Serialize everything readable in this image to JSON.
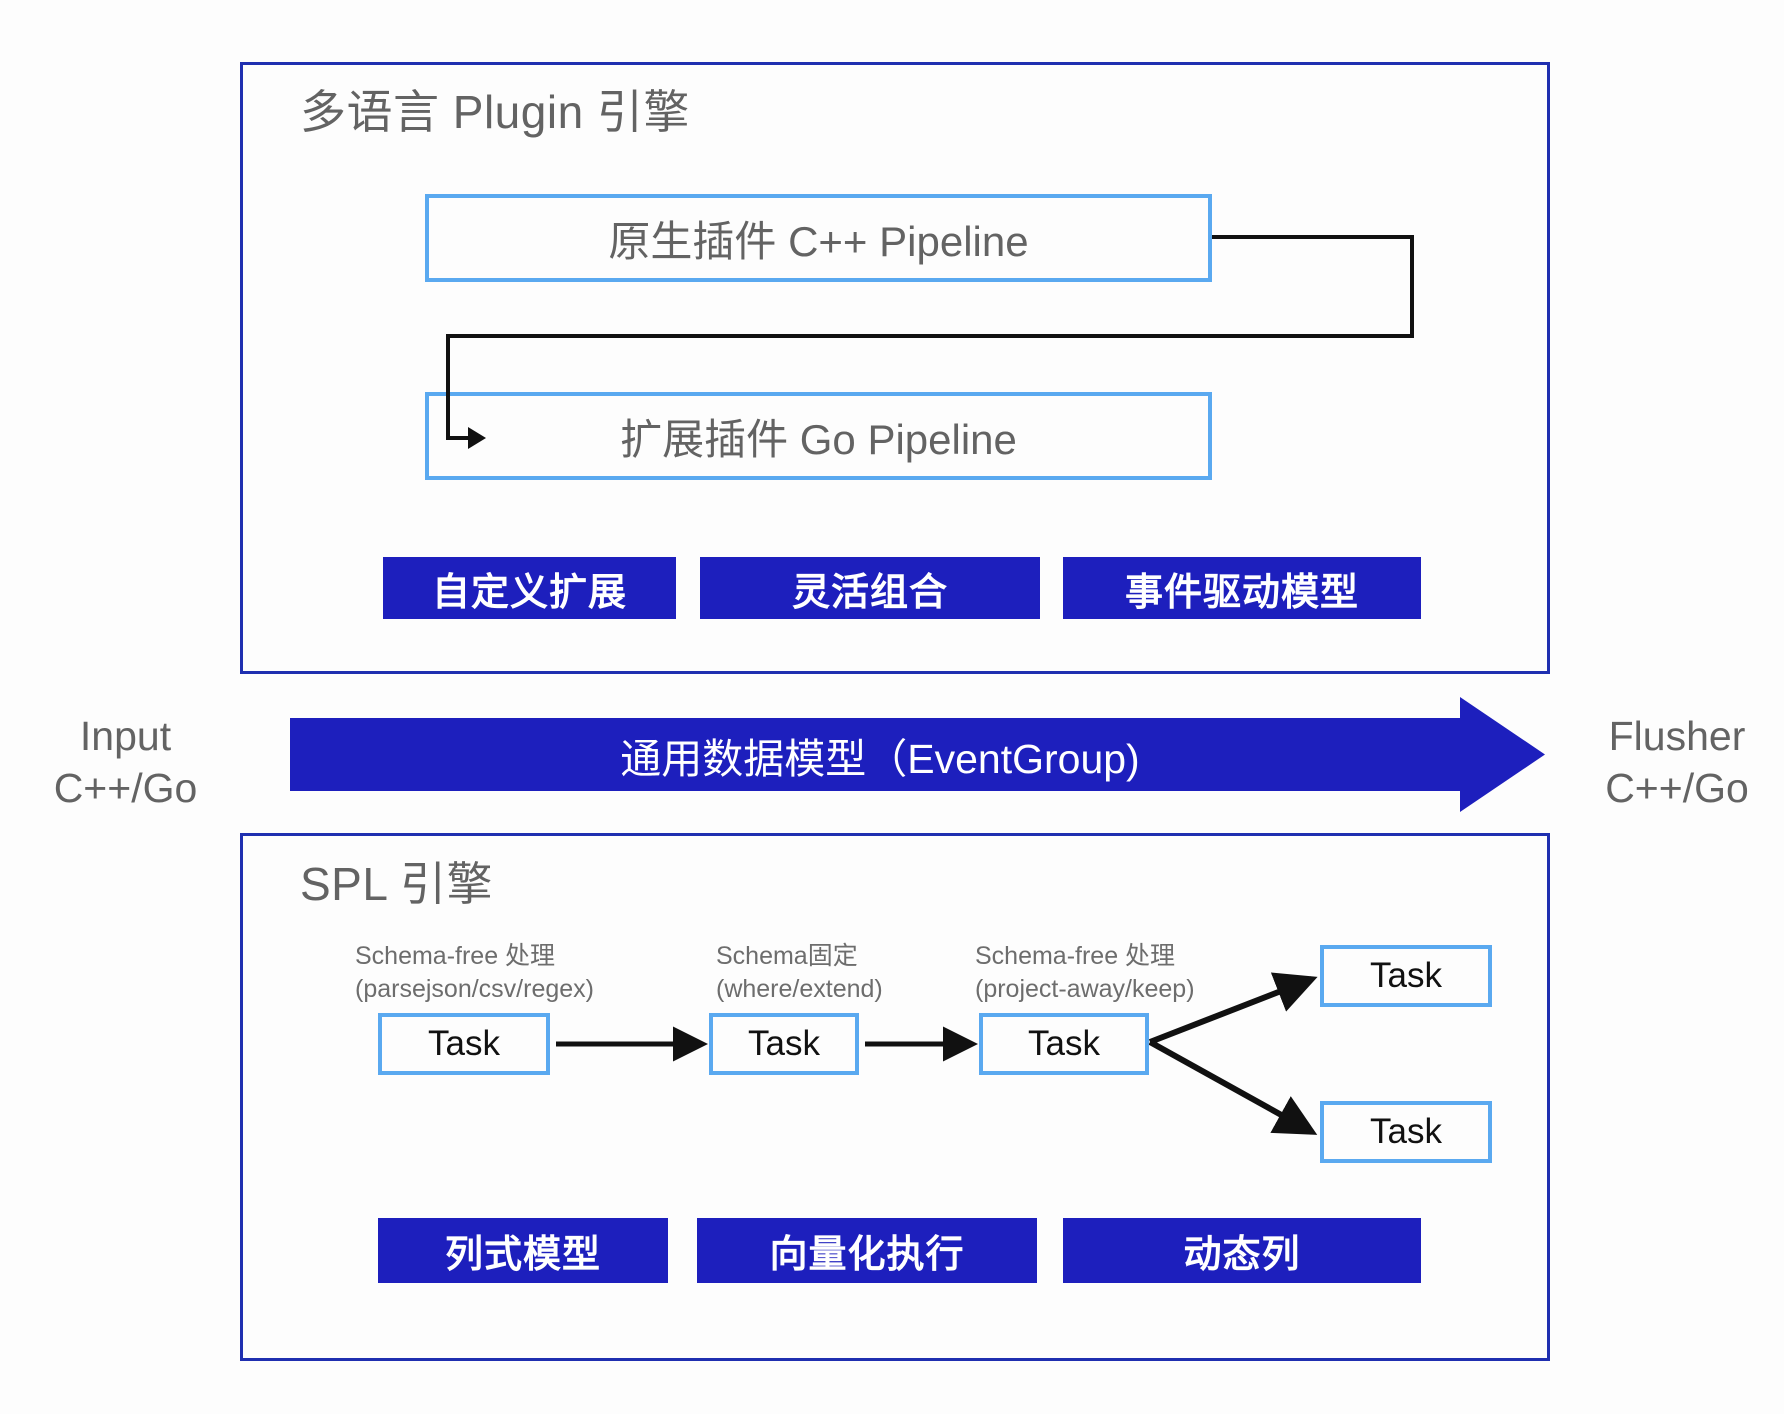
{
  "plugin_section": {
    "title": "多语言 Plugin 引擎",
    "boxes": [
      {
        "label": "原生插件 C++ Pipeline"
      },
      {
        "label": "扩展插件 Go Pipeline"
      }
    ],
    "tags": [
      {
        "label": "自定义扩展"
      },
      {
        "label": "灵活组合"
      },
      {
        "label": "事件驱动模型"
      }
    ]
  },
  "data_model_arrow": {
    "label": "通用数据模型（EventGroup)",
    "color": "#1d1fbd"
  },
  "side_labels": {
    "input": {
      "line1": "Input",
      "line2": "C++/Go"
    },
    "flusher": {
      "line1": "Flusher",
      "line2": "C++/Go"
    }
  },
  "spl_section": {
    "title": "SPL 引擎",
    "captions": [
      {
        "line1": "Schema-free 处理",
        "line2": "(parsejson/csv/regex)"
      },
      {
        "line1": "Schema固定",
        "line2": "(where/extend)"
      },
      {
        "line1": "Schema-free 处理",
        "line2": "(project-away/keep)"
      }
    ],
    "tasks": [
      {
        "label": "Task"
      },
      {
        "label": "Task"
      },
      {
        "label": "Task"
      },
      {
        "label": "Task"
      },
      {
        "label": "Task"
      }
    ],
    "tags": [
      {
        "label": "列式模型"
      },
      {
        "label": "向量化执行"
      },
      {
        "label": "动态列"
      }
    ]
  },
  "colors": {
    "panel_border": "#1f2fb0",
    "box_border": "#5aa9f0",
    "tag_fill": "#1d1fbd",
    "text_gray": "#636363",
    "arrow_black": "#111111"
  }
}
